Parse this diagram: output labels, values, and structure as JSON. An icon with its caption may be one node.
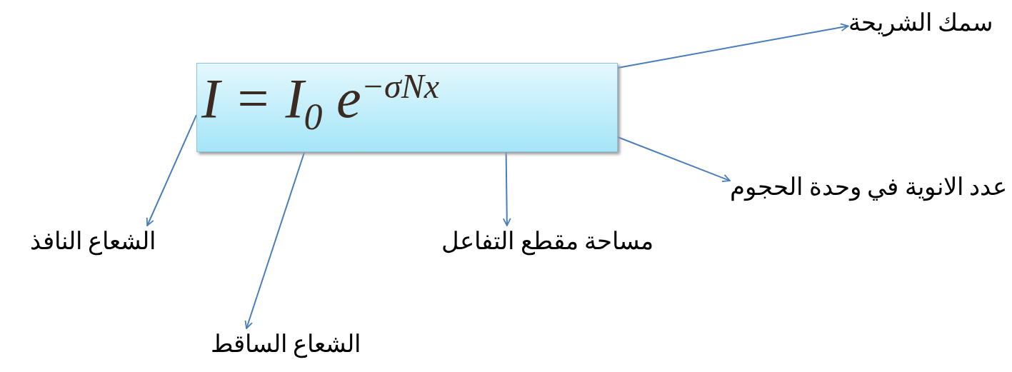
{
  "diagram": {
    "nodes": [
      {
        "text": [
          "I = I$_{0}$  e$^{−σNx}$"
        ]
      },
      {
        "text": [
          "سمك الشريحة"
        ]
      },
      {
        "text": [
          "عدد الانوية في وحدة الحجوم"
        ]
      },
      {
        "text": [
          "مساحة مقطع التفاعل"
        ]
      },
      {
        "text": [
          "الشعاع النافذ"
        ]
      },
      {
        "text": [
          "الشعاع الساقط"
        ]
      }
    ],
    "edges": [
      {
        "from": 0,
        "to": 1,
        "arrow": "to"
      },
      {
        "from": 0,
        "to": 2,
        "arrow": "to"
      },
      {
        "from": 0,
        "to": 3,
        "arrow": "to"
      },
      {
        "from": 0,
        "to": 4,
        "arrow": "to"
      },
      {
        "from": 0,
        "to": 5,
        "arrow": "to"
      }
    ]
  }
}
